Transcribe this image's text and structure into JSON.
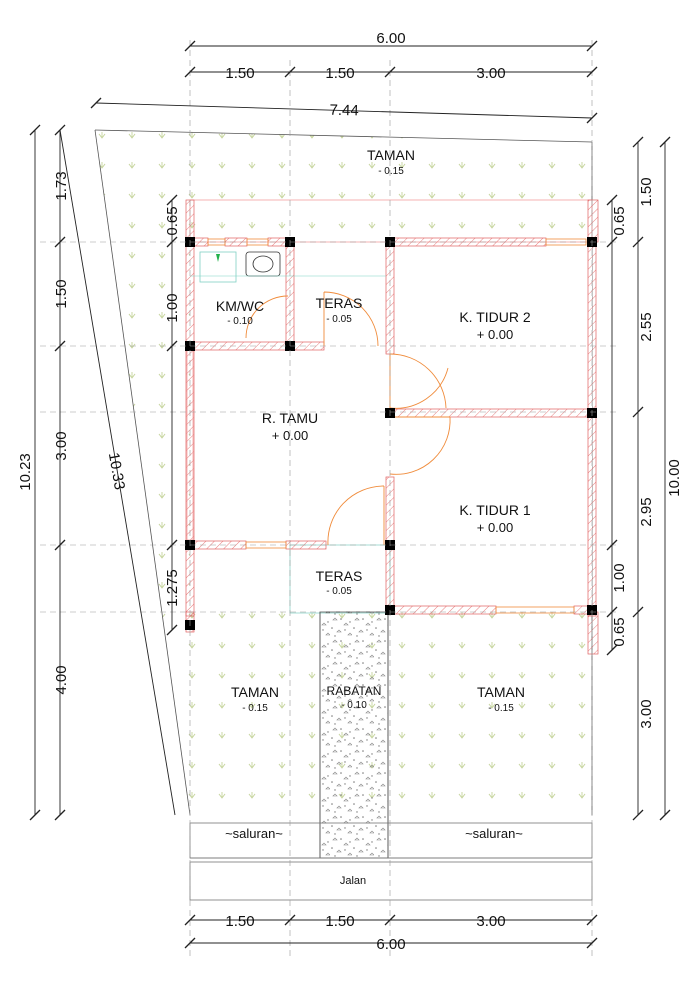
{
  "dimensions": {
    "top_total": "6.00",
    "top_seg_1": "1.50",
    "top_seg_2": "1.50",
    "top_seg_3": "3.00",
    "diagonal_top": "7.44",
    "left_total": "10.23",
    "left_seg_1": "1.73",
    "left_seg_2": "1.50",
    "left_seg_3": "3.00",
    "left_seg_4": "4.00",
    "diagonal_left": "10.33",
    "inner_left_1": "0.65",
    "inner_left_2": "1.00",
    "inner_left_3": "1.275",
    "inner_right_1": "0.65",
    "inner_right_2": "1.00",
    "inner_right_3": "0.65",
    "right_seg_1": "1.50",
    "right_seg_2": "2.55",
    "right_seg_3": "2.95",
    "right_seg_4": "3.00",
    "right_total": "10.00",
    "bottom_seg_1": "1.50",
    "bottom_seg_2": "1.50",
    "bottom_seg_3": "3.00",
    "bottom_total": "6.00"
  },
  "rooms": {
    "taman_top": {
      "name": "TAMAN",
      "level": "- 0.15"
    },
    "kmwc": {
      "name": "KM/WC",
      "level": "- 0.10"
    },
    "teras_top": {
      "name": "TERAS",
      "level": "- 0.05"
    },
    "tidur2": {
      "name": "K. TIDUR 2",
      "level": "+ 0.00"
    },
    "tamu": {
      "name": "R. TAMU",
      "level": "+ 0.00"
    },
    "tidur1": {
      "name": "K. TIDUR 1",
      "level": "+ 0.00"
    },
    "teras_bottom": {
      "name": "TERAS",
      "level": "- 0.05"
    },
    "taman_left": {
      "name": "TAMAN",
      "level": "- 0.15"
    },
    "rabatan": {
      "name": "RABATAN",
      "level": "- 0.10"
    },
    "taman_right": {
      "name": "TAMAN",
      "level": "- 0.15"
    }
  },
  "labels": {
    "saluran_left": "~saluran~",
    "saluran_right": "~saluran~",
    "jalan": "Jalan"
  },
  "colors": {
    "wall_hatch": "#e06060",
    "door_swing": "#f08c3c",
    "window": "#f08c3c",
    "grass": "#c8d6a0",
    "column": "#000000",
    "fixture": "#7fd1c4",
    "valve": "#22b14c"
  }
}
